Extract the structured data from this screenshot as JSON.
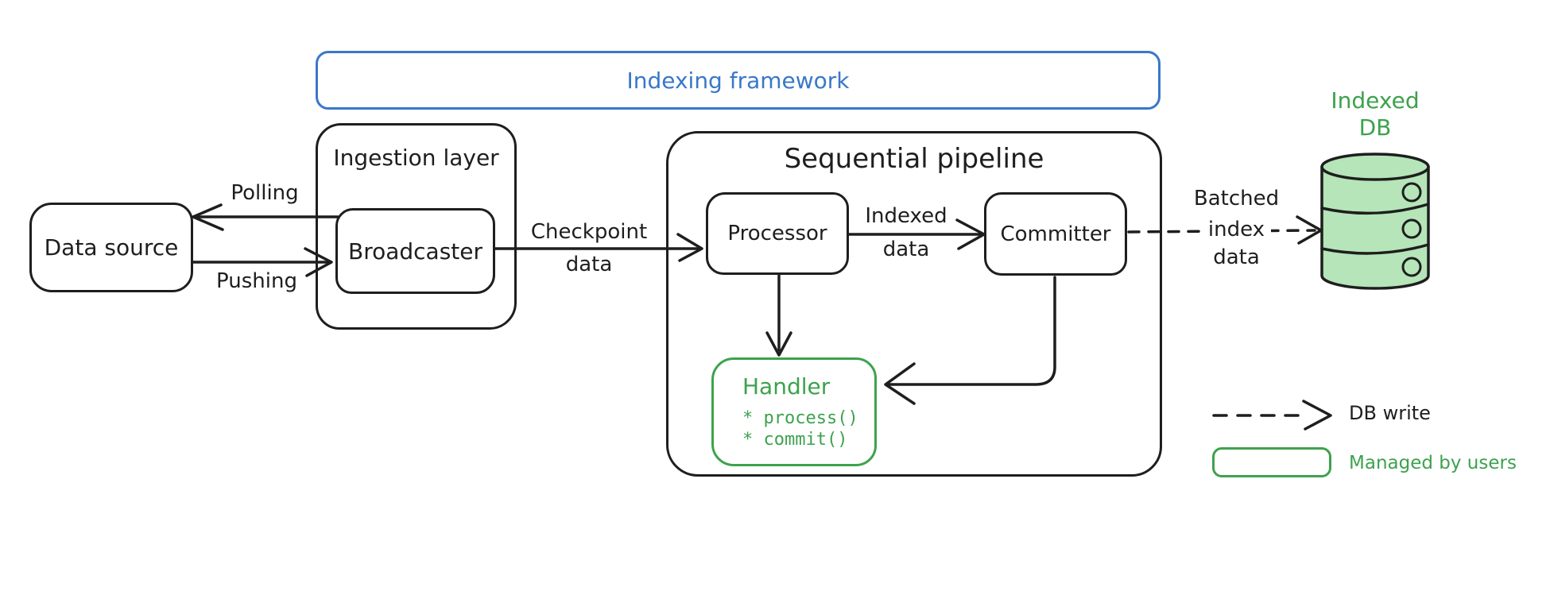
{
  "title": "Indexing framework diagram",
  "colors": {
    "ink": "#1e1e1e",
    "blue": "#3978c8",
    "green": "#3da24d",
    "green_fill": "#b5e5b8",
    "background": "#ffffff"
  },
  "frame": {
    "label": "Indexing framework"
  },
  "data_source": {
    "label": "Data source"
  },
  "ingestion": {
    "label": "Ingestion layer",
    "broadcaster_label": "Broadcaster"
  },
  "pipeline": {
    "label": "Sequential pipeline",
    "processor_label": "Processor",
    "committer_label": "Committer",
    "handler": {
      "title": "Handler",
      "methods": [
        "* process()",
        "* commit()"
      ]
    }
  },
  "edges": {
    "polling": "Polling",
    "pushing": "Pushing",
    "checkpoint": {
      "line1": "Checkpoint",
      "line2": "data"
    },
    "indexed": {
      "line1": "Indexed",
      "line2": "data"
    },
    "batched": {
      "line1": "Batched",
      "line2": "index",
      "line3": "data"
    }
  },
  "database": {
    "line1": "Indexed",
    "line2": "DB"
  },
  "legend": {
    "db_write": "DB write",
    "managed_by_users": "Managed by users"
  }
}
